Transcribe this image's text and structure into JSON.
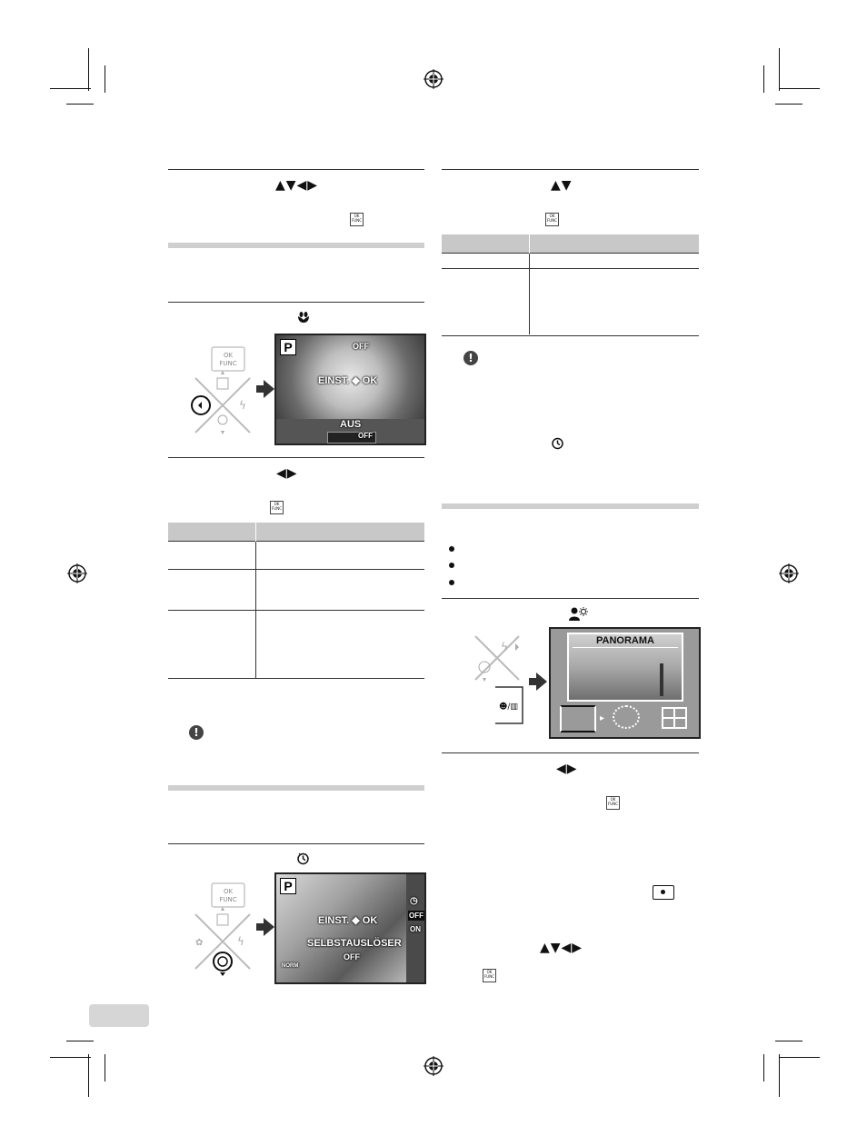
{
  "left_column": {
    "step1": {
      "arrows": "▲▼◀▶",
      "ok_label": "OK\nFUNC"
    },
    "macro_step": {
      "icon": "macro-icon"
    },
    "macro_screen": {
      "mode": "P",
      "off_label": "OFF",
      "center_label": "EINST. ◆ OK",
      "bottom_label": "AUS",
      "bottom_icons": "OFF"
    },
    "lr_step": {
      "arrows": "◀▶",
      "ok_label": "OK\nFUNC"
    },
    "timer_step": {
      "icon": "self-timer-icon"
    },
    "timer_screen": {
      "mode": "P",
      "center_label": "EINST. ◆ OK",
      "sub_label": "SELBSTAUSLÖSER",
      "off_label": "OFF",
      "side_off": "OFF",
      "side_on": "ON",
      "norm_label": "NORM"
    }
  },
  "right_column": {
    "step1": {
      "arrows": "▲▼",
      "ok_label": "OK\nFUNC"
    },
    "timer_icon": "self-timer-icon",
    "scene_step": {
      "icon": "scene-icon"
    },
    "panorama_screen": {
      "title": "PANORAMA"
    },
    "lr_step": {
      "arrows": "◀▶",
      "ok_label": "OK\nFUNC"
    },
    "final_arrows": "▲▼◀▶",
    "final_ok": "OK\nFUNC",
    "frame_icon": "spot-frame-icon"
  }
}
